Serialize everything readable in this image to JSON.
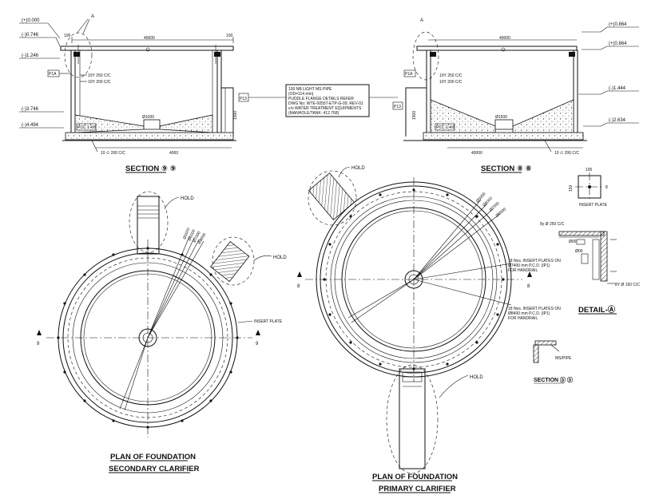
{
  "section_left": {
    "levels": [
      "(+)0.000",
      "(-)0.746",
      "(-)1.246",
      "(-)3.746",
      "(-)4.494"
    ],
    "top_span": "40000",
    "end_dims": [
      "100",
      "100"
    ],
    "tags": [
      "P1A",
      "P13"
    ],
    "callout": "A",
    "reinforcement": [
      "10Y 250 C/C",
      "10Y 200 C/C"
    ],
    "hopper": "Ø1000",
    "pcc": "PCC 1:4:8",
    "base_span": "4000",
    "bottom_bar": "10 ∅ 200 C/C",
    "side_dim": "1500",
    "title": "SECTION ⑨ ⑨"
  },
  "note_box": {
    "lines": [
      "100 NB LIGHT MS PIPE",
      "(OD=114 mm)",
      "PUDDLE FLANGE DETAILS REFER",
      "DWG No: WTE-0055T-ETP-G-09, REV-01",
      "c/o WATER TREATMENT EQUIPMENTS",
      "(MANHOLE/TANK: 412.768)"
    ]
  },
  "section_right": {
    "levels": [
      "(+)0.864",
      "(+)0.864",
      "(-)1.444",
      "(-)2.634"
    ],
    "top_span": "40000",
    "tags": [
      "P1A",
      "P13"
    ],
    "callout": "A",
    "reinforcement": [
      "10Y 250 C/C",
      "10Y 200 C/C"
    ],
    "hopper": "Ø1500",
    "pcc": "PCC 1:4:8",
    "base_span": "40000",
    "bottom_bar": "10 ∅ 200 C/C",
    "side_dim": "1500",
    "title": "SECTION ⑧ ⑧"
  },
  "insert_plate": {
    "dims": [
      "100",
      "150",
      "8"
    ],
    "label": "INSERT PLATE"
  },
  "detail_a": {
    "labels": [
      "8y Ø 250 C/C",
      "Ø00",
      "Ø00",
      "8Y Ø 150 C/C"
    ],
    "title": "DETAIL-Ⓐ"
  },
  "section_small": {
    "label": "MS/PIPE",
    "title": "SECTION ⓑ ⓑ"
  },
  "plan_secondary": {
    "hold_labels": [
      "HOLD",
      "HOLD"
    ],
    "insert_label": "INSERT PLATE",
    "axis_marks": [
      "9",
      "9"
    ],
    "rays": [
      "Ø5000",
      "Ø6000",
      "Ø7000",
      "Ø8000"
    ],
    "title_line1": "PLAN OF FOUNDATION",
    "title_line2": "SECONDARY CLARIFIER"
  },
  "plan_primary": {
    "hold_labels": [
      "HOLD",
      "HOLD"
    ],
    "axis_marks": [
      "8",
      "8"
    ],
    "rays": [
      "Ø5000",
      "Ø6000",
      "Ø7000",
      "Ø8000"
    ],
    "note1": [
      "18 Nos. INSERT PLATES ON",
      "Ø7400 mm P.C.D. (IP1)",
      "FOR HANDRAIL"
    ],
    "note2": [
      "18 Nos. INSERT PLATES ON",
      "Ø8400 mm P.C.D. (IP1)",
      "FOR HANDRAIL"
    ],
    "title_line1": "PLAN OF FOUNDATION",
    "title_line2": "PRIMARY CLARIFIER"
  }
}
